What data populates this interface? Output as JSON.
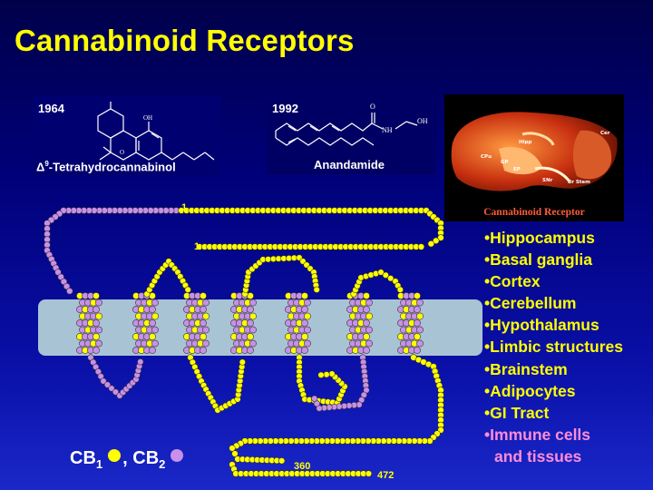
{
  "title": "Cannabinoid Receptors",
  "structures": [
    {
      "year": "1964",
      "name": "Δ9-Tetrahydrocannabinol",
      "name_prefix": "Δ",
      "name_sup": "9",
      "name_rest": "-Tetrahydrocannabinol"
    },
    {
      "year": "1992",
      "name": "Anandamide"
    }
  ],
  "brain_image": {
    "caption": "Cannabinoid Receptor",
    "labels": [
      "Cer",
      "Hipp",
      "CPu",
      "GP",
      "EP",
      "SNr",
      "Br Stem"
    ]
  },
  "bullets": [
    {
      "text": "Hippocampus",
      "color": "#ffff00"
    },
    {
      "text": "Basal ganglia",
      "color": "#ffff00"
    },
    {
      "text": "Cortex",
      "color": "#ffff00"
    },
    {
      "text": "Cerebellum",
      "color": "#ffff00"
    },
    {
      "text": "Hypothalamus",
      "color": "#ffff00"
    },
    {
      "text": "Limbic structures",
      "color": "#ffff00"
    },
    {
      "text": "Brainstem",
      "color": "#ffff00"
    },
    {
      "text": "Adipocytes",
      "color": "#ffff00"
    },
    {
      "text": "GI Tract",
      "color": "#ffff00"
    },
    {
      "text": "Immune cells",
      "text2": "and tissues",
      "color": "#ff8cd8"
    }
  ],
  "receptor_diagram": {
    "residue_labels": [
      "1",
      "1",
      "360",
      "472"
    ],
    "legend": {
      "cb1_base": "CB",
      "cb1_sub": "1",
      "sep": ",",
      "cb2_base": "CB",
      "cb2_sub": "2"
    },
    "colors": {
      "cb1": "#ffff00",
      "cb2": "#c890e8",
      "membrane": "#a8c4d4"
    }
  }
}
